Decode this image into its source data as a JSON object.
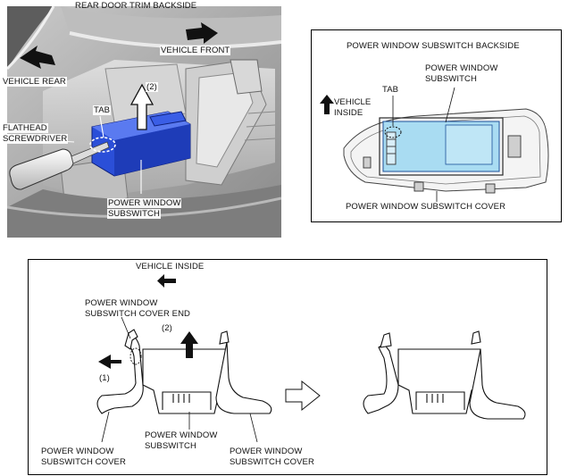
{
  "photo": {
    "title": "REAR DOOR TRIM  BACKSIDE",
    "vehicle_front": "VEHICLE FRONT",
    "vehicle_rear": "VEHICLE REAR",
    "step2": "(2)",
    "tab": "TAB",
    "screwdriver_line1": "FLATHEAD",
    "screwdriver_line2": "SCREWDRIVER",
    "subswitch_line1": "POWER WINDOW",
    "subswitch_line2": "SUBSWITCH"
  },
  "top_right": {
    "title": "POWER WINDOW SUBSWITCH  BACKSIDE",
    "subswitch_line1": "POWER WINDOW",
    "subswitch_line2": "SUBSWITCH",
    "tab": "TAB",
    "vehicle_inside_line1": "VEHICLE",
    "vehicle_inside_line2": "INSIDE",
    "cover": "POWER WINDOW SUBSWITCH COVER"
  },
  "bottom": {
    "vehicle_inside": "VEHICLE INSIDE",
    "cover_end_line1": "POWER WINDOW",
    "cover_end_line2": "SUBSWITCH COVER END",
    "step2": "(2)",
    "step1": "(1)",
    "cover_left_line1": "POWER WINDOW",
    "cover_left_line2": "SUBSWITCH COVER",
    "subswitch_line1": "POWER WINDOW",
    "subswitch_line2": "SUBSWITCH",
    "cover_right_line1": "POWER WINDOW",
    "cover_right_line2": "SUBSWITCH COVER"
  },
  "colors": {
    "switch_blue": "#2b4fd8",
    "switch_light_blue": "#a9dcf2",
    "photo_gray": "#9a9a9a"
  }
}
